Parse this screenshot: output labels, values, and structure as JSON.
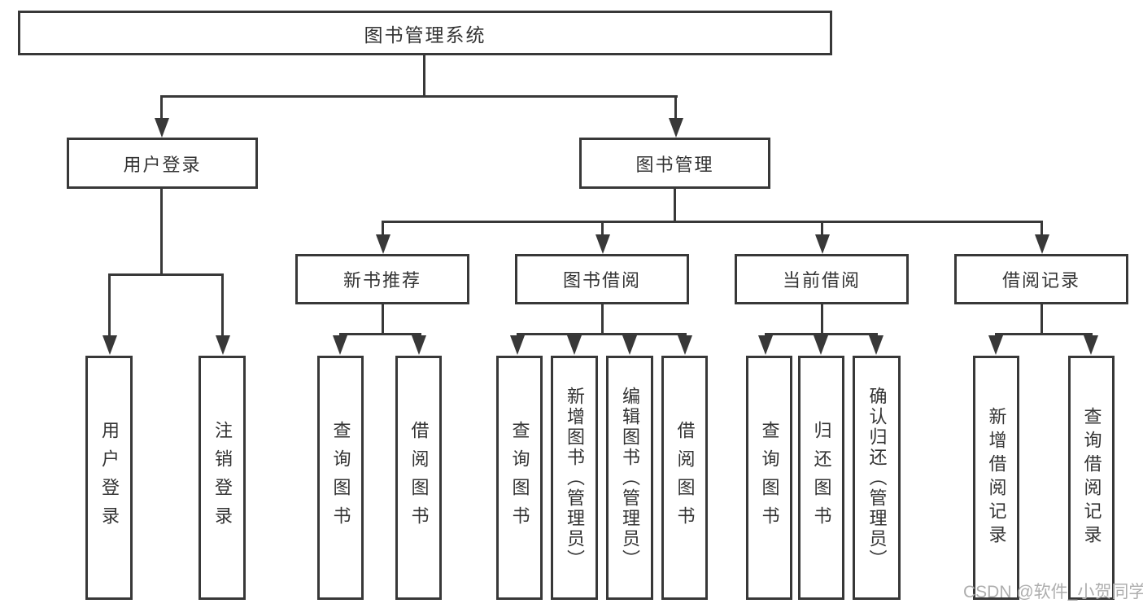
{
  "diagram": {
    "title": "图书管理系统",
    "colors": {
      "line": "#383838",
      "text": "#333333",
      "background": "#ffffff",
      "watermark": "#aeaeae"
    },
    "nodes": {
      "root": "图书管理系统",
      "user_login": "用户登录",
      "book_mgmt": "图书管理",
      "new_book": "新书推荐",
      "book_borrow": "图书借阅",
      "current_borrow": "当前借阅",
      "borrow_record": "借阅记录",
      "leaves": {
        "user_login": [
          "用户登录",
          "注销登录"
        ],
        "new_book": [
          "查询图书",
          "借阅图书"
        ],
        "book_borrow": [
          "查询图书",
          "新增图书（管理员）",
          "编辑图书（管理员）",
          "借阅图书"
        ],
        "current_borrow": [
          "查询图书",
          "归还图书",
          "确认归还（管理员）"
        ],
        "borrow_record": [
          "新增借阅记录",
          "查询借阅记录"
        ]
      }
    },
    "watermark": "CSDN @软件_小贺同学"
  }
}
